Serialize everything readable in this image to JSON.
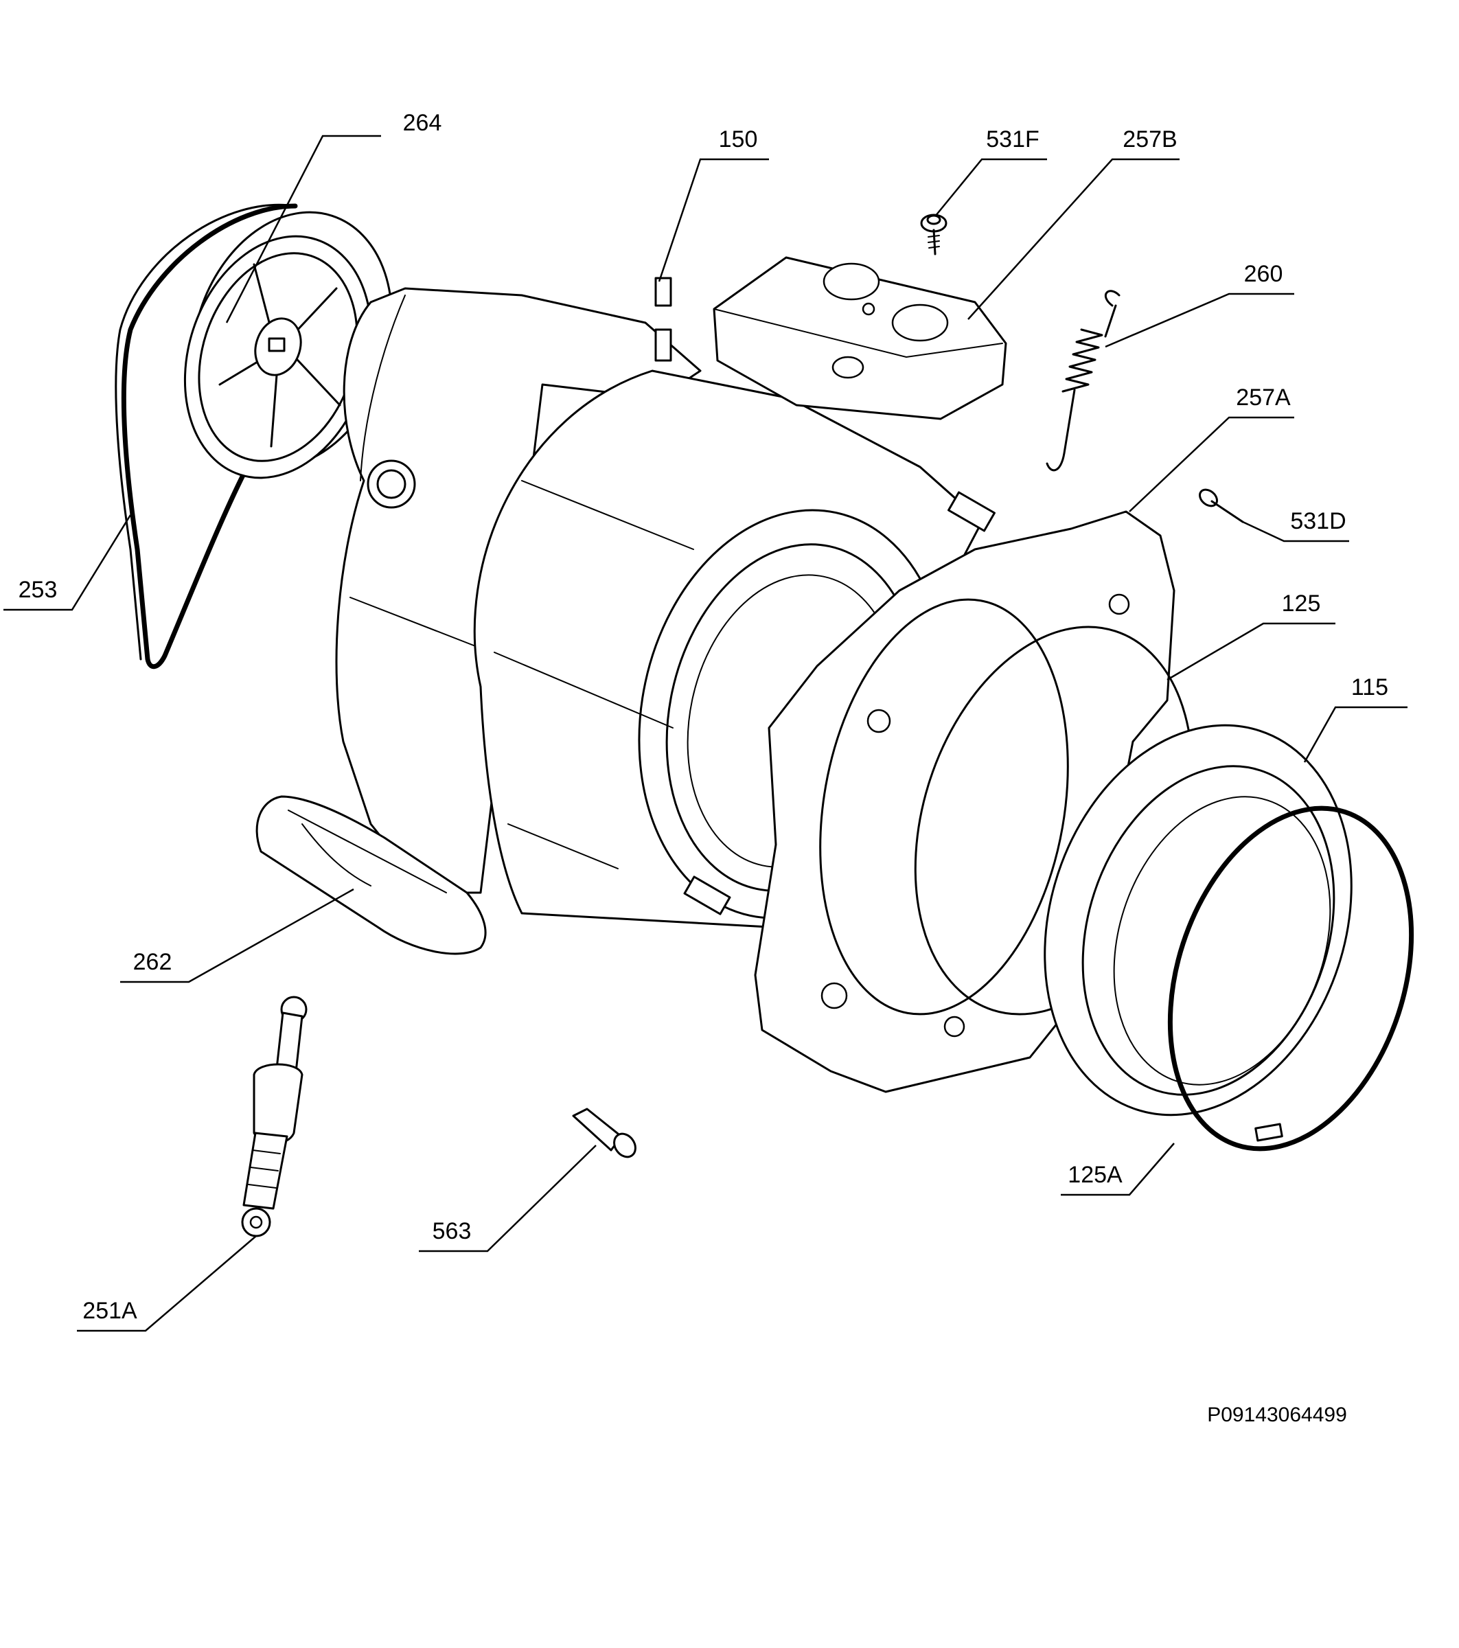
{
  "reference_code": "P09143064499",
  "callouts": [
    {
      "id": "264",
      "text": "264"
    },
    {
      "id": "150",
      "text": "150"
    },
    {
      "id": "531F",
      "text": "531F"
    },
    {
      "id": "257B",
      "text": "257B"
    },
    {
      "id": "260",
      "text": "260"
    },
    {
      "id": "257A",
      "text": "257A"
    },
    {
      "id": "531D",
      "text": "531D"
    },
    {
      "id": "253",
      "text": "253"
    },
    {
      "id": "125",
      "text": "125"
    },
    {
      "id": "115",
      "text": "115"
    },
    {
      "id": "262",
      "text": "262"
    },
    {
      "id": "125A",
      "text": "125A"
    },
    {
      "id": "563",
      "text": "563"
    },
    {
      "id": "251A",
      "text": "251A"
    }
  ]
}
